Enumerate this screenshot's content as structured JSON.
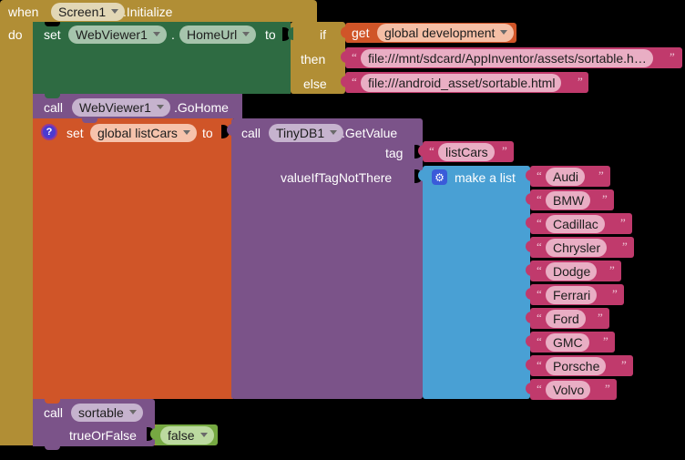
{
  "editor": {
    "name": "app-inventor-blocks-editor",
    "background": "#000000",
    "colors": {
      "event_gold": "#B18E35",
      "setter_green": "#2E6B42",
      "procedure_purple": "#7B5389",
      "variable_orange": "#D05528",
      "list_blue": "#49A0D4",
      "text_magenta": "#C03A6C",
      "logic_green": "#76A942"
    }
  },
  "event_block": {
    "when_label": "when",
    "component": "Screen1",
    "event": ".Initialize",
    "do_label": "do"
  },
  "set_homeurl": {
    "set_label": "set",
    "component": "WebViewer1",
    "dot": ".",
    "property": "HomeUrl",
    "to_label": "to"
  },
  "if_block": {
    "if_label": "if",
    "then_label": "then",
    "else_label": "else",
    "condition": {
      "get_label": "get",
      "variable": "global development"
    },
    "then_value": "file:///mnt/sdcard/AppInventor/assets/sortable.h…",
    "else_value": "file:///android_asset/sortable.html"
  },
  "call_gohome": {
    "call_label": "call",
    "component": "WebViewer1",
    "method": ".GoHome"
  },
  "set_listcars": {
    "warning_icon": "question-icon",
    "set_label": "set",
    "variable": "global listCars",
    "to_label": "to"
  },
  "tinydb_getvalue": {
    "call_label": "call",
    "component": "TinyDB1",
    "method": ".GetValue",
    "tag_label": "tag",
    "tag_value": "listCars",
    "value_if_not_there_label": "valueIfTagNotThere"
  },
  "make_a_list": {
    "gear_icon": "gear-icon",
    "label": "make a list",
    "items": [
      "Audi",
      "BMW",
      "Cadillac",
      "Chrysler",
      "Dodge",
      "Ferrari",
      "Ford",
      "GMC",
      "Porsche",
      "Volvo"
    ]
  },
  "call_sortable": {
    "call_label": "call",
    "procedure": "sortable",
    "arg_label": "trueOrFalse",
    "arg_value": "false"
  }
}
